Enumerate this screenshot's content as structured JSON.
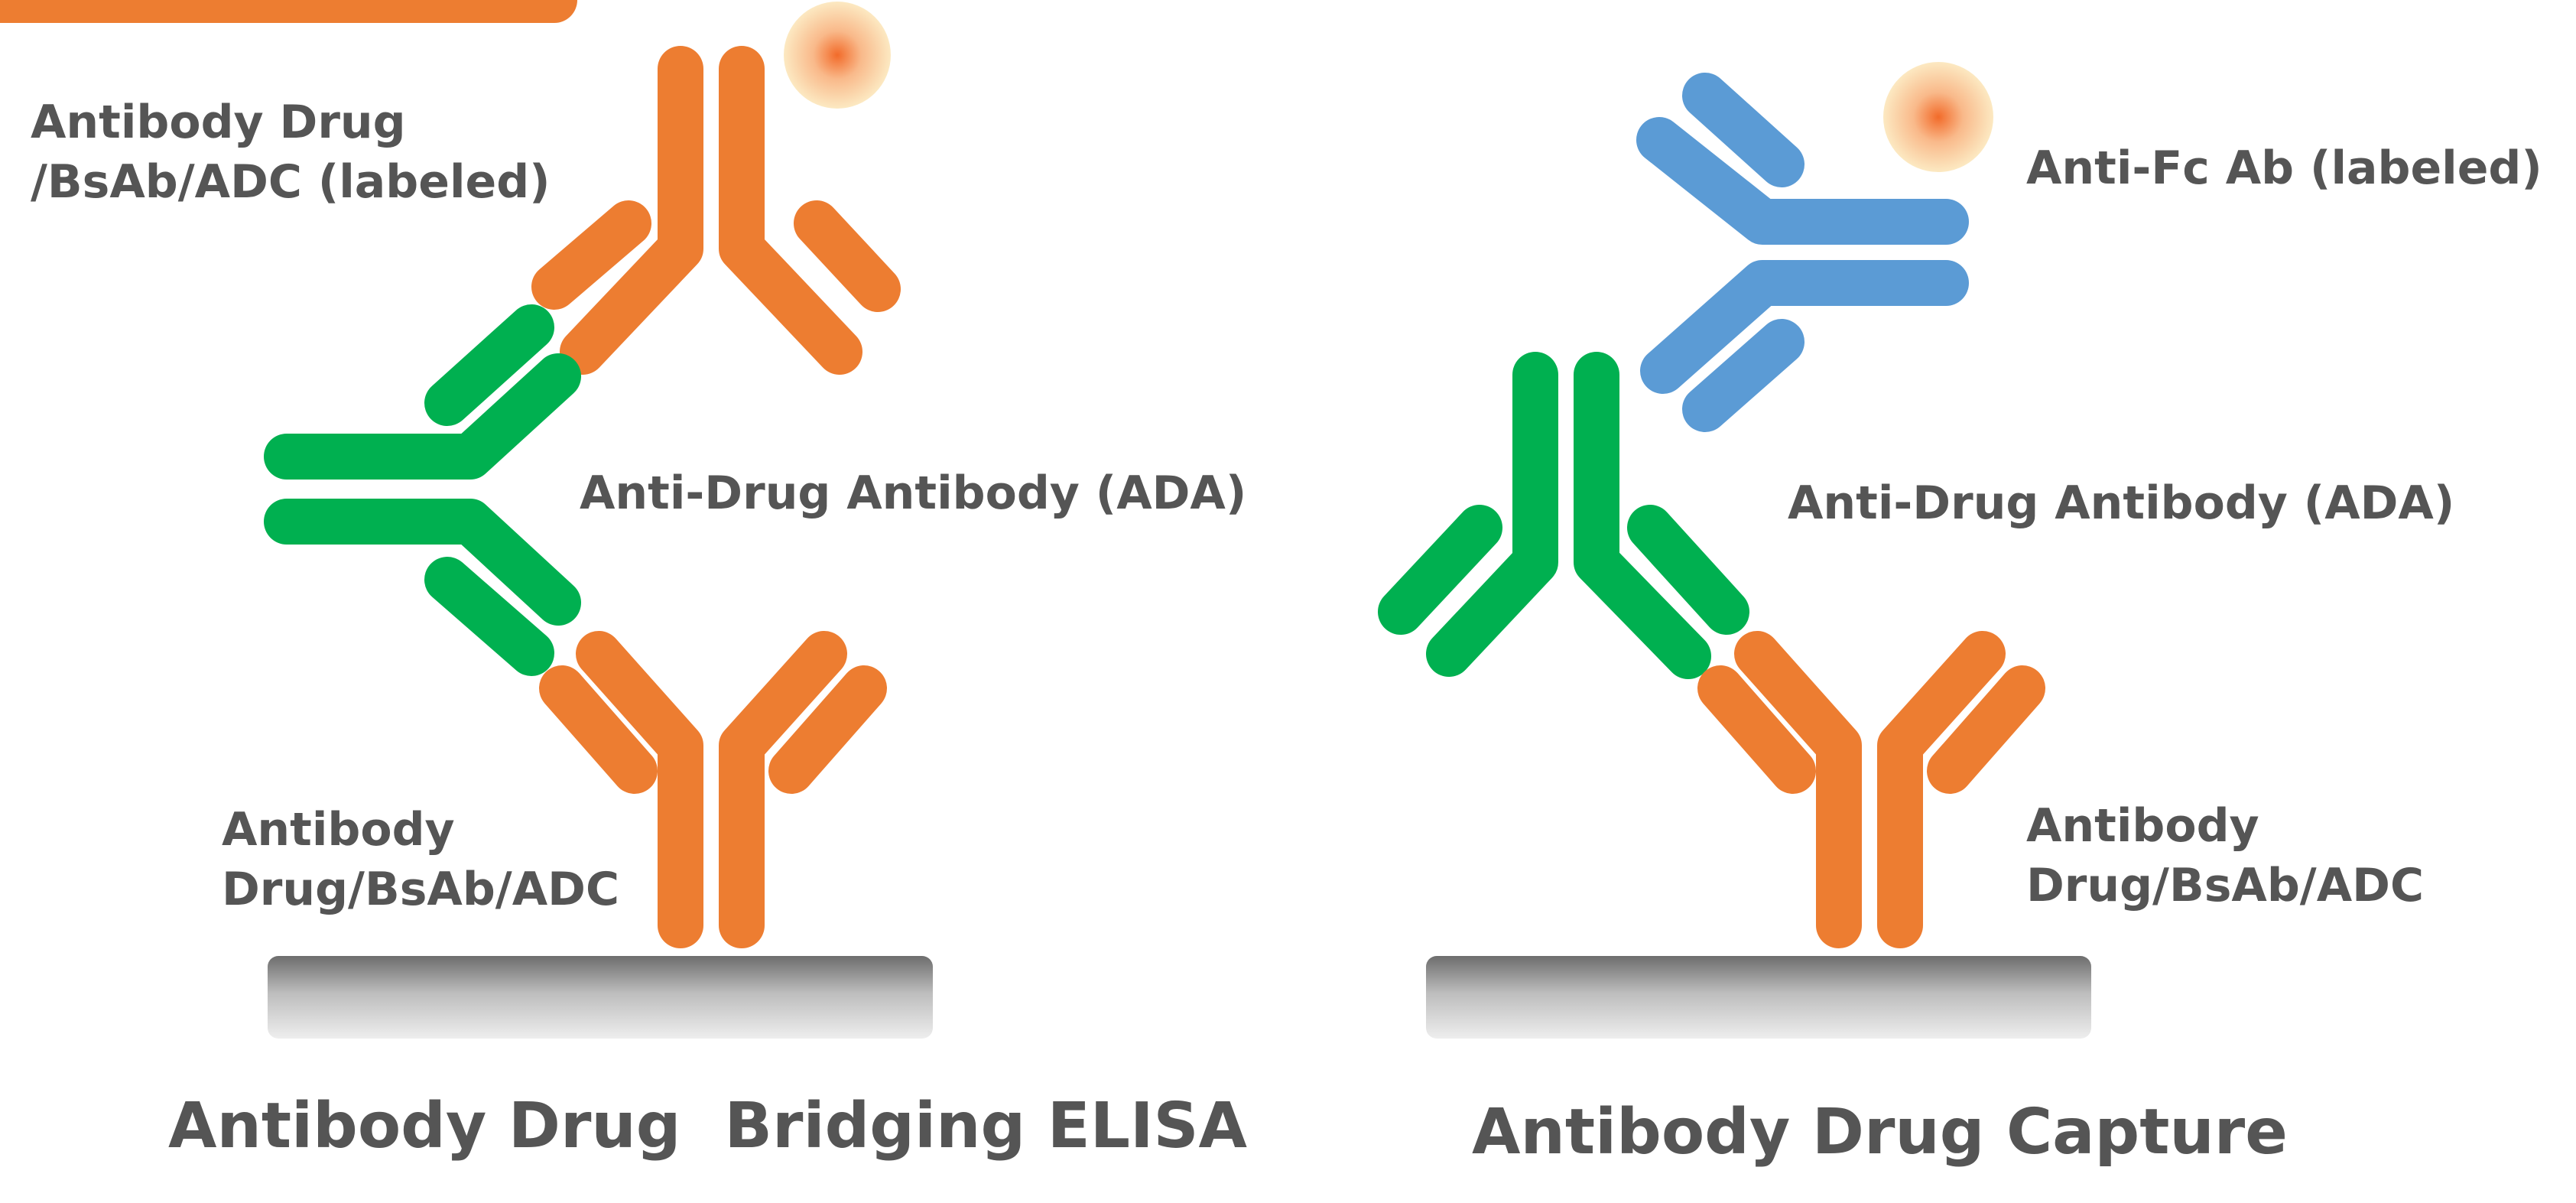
{
  "colors": {
    "drug": "#ED7D31",
    "ada": "#00B050",
    "anti_fc": "#5B9BD5",
    "label_text": "#555555",
    "plate_top": "#6d6d6d",
    "plate_bottom": "#eeeeee",
    "tag_core": "#F26B2A",
    "tag_halo": "#FCE9C2"
  },
  "left_panel": {
    "title": "Antibody Drug  Bridging ELISA",
    "labeled_drug_label": [
      "Antibody Drug",
      "/BsAb/ADC (labeled)"
    ],
    "ada_label": "Anti-Drug Antibody (ADA)",
    "capture_drug_label": [
      "Antibody",
      "Drug/BsAb/ADC"
    ]
  },
  "right_panel": {
    "title": "Antibody Drug Capture",
    "anti_fc_label": "Anti-Fc Ab (labeled)",
    "ada_label": "Anti-Drug Antibody (ADA)",
    "capture_drug_label": [
      "Antibody",
      "Drug/BsAb/ADC"
    ]
  }
}
